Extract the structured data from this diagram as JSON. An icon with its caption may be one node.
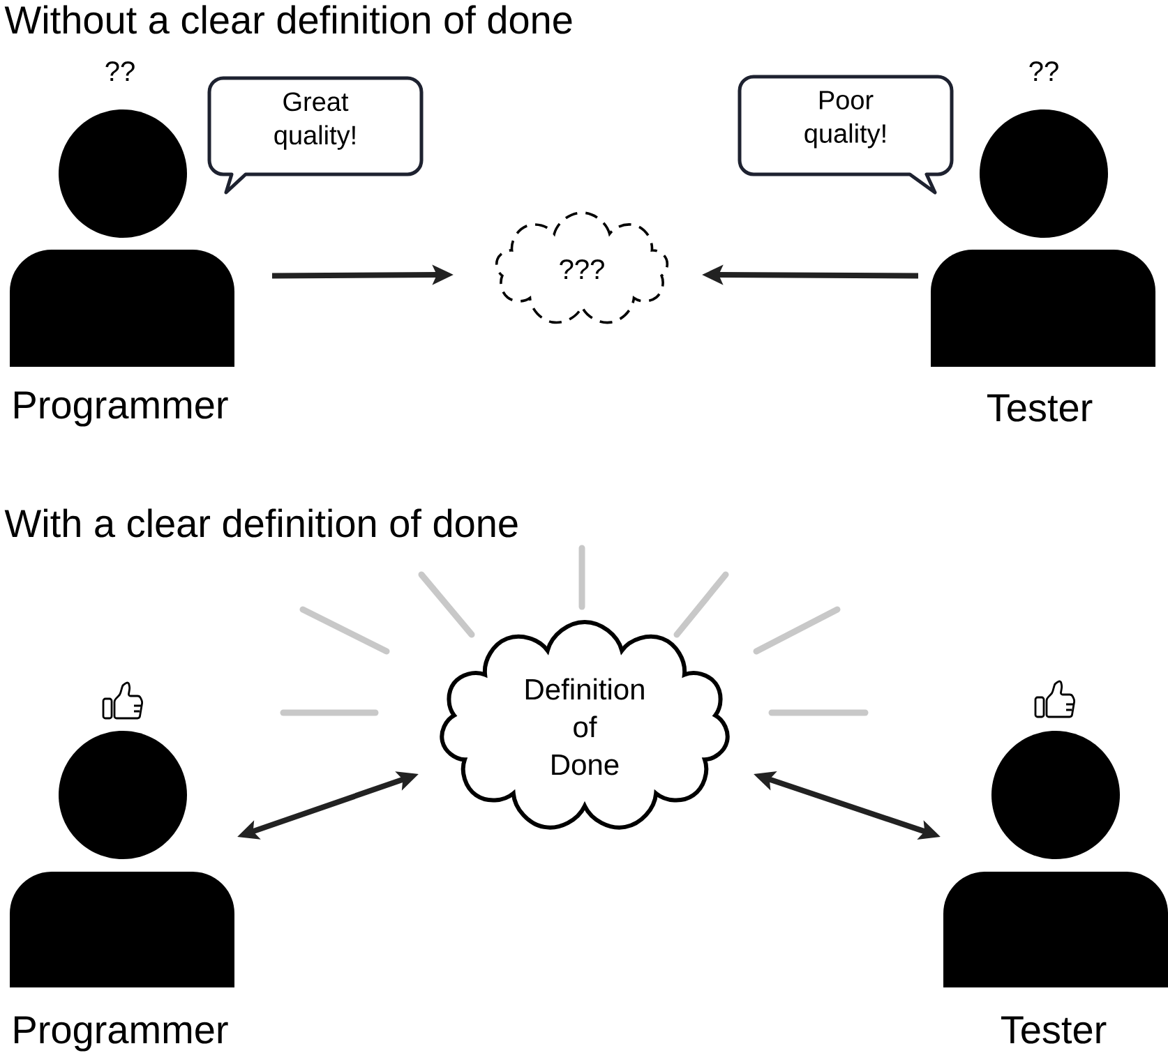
{
  "diagram": {
    "nodes": [
      {
        "text": [],
        "shape": "person",
        "beside": [
          "??",
          "Programmer"
        ]
      },
      {
        "text": [
          "Great quality!"
        ]
      },
      {
        "text": [
          "???"
        ]
      },
      {
        "text": [
          "Poor quality!"
        ]
      },
      {
        "text": [],
        "shape": "person",
        "beside": [
          "??",
          "Tester"
        ]
      },
      {
        "text": [],
        "shape": "person",
        "beside": [
          "Programmer"
        ]
      },
      {
        "text": [
          "Definition of Done"
        ]
      },
      {
        "text": [],
        "shape": "person",
        "beside": [
          "Tester"
        ]
      }
    ],
    "edges": [
      {
        "from": 0,
        "to": 2,
        "arrow": "to"
      },
      {
        "from": 4,
        "to": 2,
        "arrow": "to"
      },
      {
        "from": 5,
        "to": 6,
        "arrow": "both"
      },
      {
        "from": 7,
        "to": 6,
        "arrow": "both"
      }
    ],
    "labels": [
      "Without a clear definition of done",
      "With a clear definition of done"
    ]
  }
}
